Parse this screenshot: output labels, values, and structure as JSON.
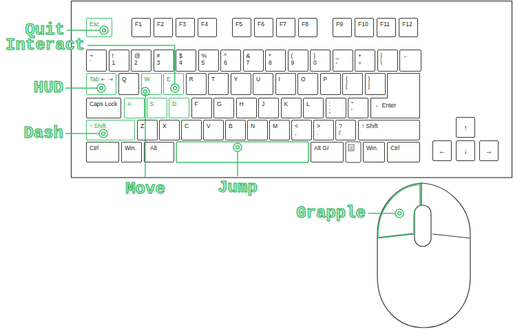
{
  "diagram": {
    "nodes": [
      {
        "text": [
          "Esc"
        ]
      },
      {
        "text": [
          "F1"
        ]
      },
      {
        "text": [
          "F2"
        ]
      },
      {
        "text": [
          "F3"
        ]
      },
      {
        "text": [
          "F4"
        ]
      },
      {
        "text": [
          "F5"
        ]
      },
      {
        "text": [
          "F6"
        ]
      },
      {
        "text": [
          "F7"
        ]
      },
      {
        "text": [
          "F8"
        ]
      },
      {
        "text": [
          "F9"
        ]
      },
      {
        "text": [
          "F10"
        ]
      },
      {
        "text": [
          "F11"
        ]
      },
      {
        "text": [
          "F12"
        ]
      },
      {
        "text": [
          "~",
          "`"
        ]
      },
      {
        "text": [
          "!",
          "1"
        ]
      },
      {
        "text": [
          "@",
          "2"
        ]
      },
      {
        "text": [
          "#",
          "3"
        ]
      },
      {
        "text": [
          "$",
          "4"
        ]
      },
      {
        "text": [
          "%",
          "5"
        ]
      },
      {
        "text": [
          "^",
          "6"
        ]
      },
      {
        "text": [
          "&",
          "7"
        ]
      },
      {
        "text": [
          "*",
          "8"
        ]
      },
      {
        "text": [
          "(",
          "9"
        ]
      },
      {
        "text": [
          ")",
          "0"
        ]
      },
      {
        "text": [
          "_",
          "-"
        ]
      },
      {
        "text": [
          "+",
          "="
        ]
      },
      {
        "text": [
          "|",
          "\\"
        ]
      },
      {
        "text": [
          "←"
        ]
      },
      {
        "text": [
          "Tab",
          "⇤",
          "⇥"
        ]
      },
      {
        "text": [
          "Q"
        ]
      },
      {
        "text": [
          "W"
        ]
      },
      {
        "text": [
          "E"
        ]
      },
      {
        "text": [
          "R"
        ]
      },
      {
        "text": [
          "T"
        ]
      },
      {
        "text": [
          "Y"
        ]
      },
      {
        "text": [
          "U"
        ]
      },
      {
        "text": [
          "I"
        ]
      },
      {
        "text": [
          "O"
        ]
      },
      {
        "text": [
          "P"
        ]
      },
      {
        "text": [
          "{",
          "["
        ]
      },
      {
        "text": [
          "}",
          "]"
        ]
      },
      {
        "text": [
          "← Enter"
        ]
      },
      {
        "text": [
          "Caps Lock"
        ]
      },
      {
        "text": [
          "A"
        ]
      },
      {
        "text": [
          "S"
        ]
      },
      {
        "text": [
          "D"
        ]
      },
      {
        "text": [
          "F"
        ]
      },
      {
        "text": [
          "G"
        ]
      },
      {
        "text": [
          "H"
        ]
      },
      {
        "text": [
          "J"
        ]
      },
      {
        "text": [
          "K"
        ]
      },
      {
        "text": [
          "L"
        ]
      },
      {
        "text": [
          ":",
          ";"
        ]
      },
      {
        "text": [
          "\"",
          "'"
        ]
      },
      {
        "text": [
          "↑ Shift"
        ]
      },
      {
        "text": [
          "Z"
        ]
      },
      {
        "text": [
          "X"
        ]
      },
      {
        "text": [
          "C"
        ]
      },
      {
        "text": [
          "V"
        ]
      },
      {
        "text": [
          "B"
        ]
      },
      {
        "text": [
          "N"
        ]
      },
      {
        "text": [
          "M"
        ]
      },
      {
        "text": [
          "<",
          ","
        ]
      },
      {
        "text": [
          ">",
          "."
        ]
      },
      {
        "text": [
          "?",
          "/"
        ]
      },
      {
        "text": [
          "↑ Shift"
        ]
      },
      {
        "text": [
          "↑"
        ]
      },
      {
        "text": [
          "Ctrl"
        ]
      },
      {
        "text": [
          "Win."
        ]
      },
      {
        "text": [
          "Alt"
        ]
      },
      {
        "text": [
          "Alt Gr"
        ]
      },
      {
        "text": [
          "Win."
        ]
      },
      {
        "text": [
          "Ctrl"
        ]
      },
      {
        "text": [
          "←"
        ]
      },
      {
        "text": [
          "↓"
        ]
      },
      {
        "text": [
          "→"
        ]
      }
    ],
    "labels": [
      "Quit",
      "Interact",
      "HUD",
      "Dash",
      "Move",
      "Jump",
      "Grapple"
    ]
  }
}
